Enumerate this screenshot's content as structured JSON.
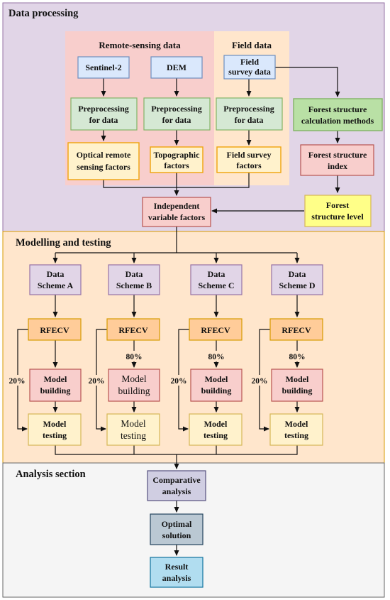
{
  "sections": {
    "data_processing": "Data processing",
    "modelling": "Modelling and testing",
    "analysis": "Analysis section"
  },
  "groups": {
    "remote": "Remote-sensing data",
    "field": "Field data"
  },
  "boxes": {
    "sentinel": "Sentinel-2",
    "dem": "DEM",
    "field_survey": [
      "Field",
      "survey data"
    ],
    "pre1": [
      "Preprocessing",
      "for data"
    ],
    "pre2": [
      "Preprocessing",
      "for data"
    ],
    "pre3": [
      "Preprocessing",
      "for data"
    ],
    "optical": [
      "Optical remote",
      "sensing factors"
    ],
    "topo": [
      "Topographic",
      "factors"
    ],
    "fsf": [
      "Field survey",
      "factors"
    ],
    "fscm": [
      "Forest structure",
      "calculation methods"
    ],
    "fsi": [
      "Forest structure",
      "index"
    ],
    "fsl": [
      "Forest",
      "structure level"
    ],
    "ivf": [
      "Independent",
      "variable factors"
    ],
    "comp": [
      "Comparative",
      "analysis"
    ],
    "opt": [
      "Optimal",
      "solution"
    ],
    "result": [
      "Result",
      "analysis"
    ]
  },
  "schemes": [
    {
      "scheme": [
        "Data",
        "Scheme A"
      ],
      "rfecv": "RFECV",
      "build": [
        "Model",
        "building"
      ],
      "test": [
        "Model",
        "testing"
      ],
      "train_pct": "",
      "test_pct": "20%"
    },
    {
      "scheme": [
        "Data",
        "Scheme B"
      ],
      "rfecv": "RFECV",
      "build": [
        "Model",
        "building"
      ],
      "test": [
        "Model",
        "testing"
      ],
      "train_pct": "80%",
      "test_pct": "20%"
    },
    {
      "scheme": [
        "Data",
        "Scheme C"
      ],
      "rfecv": "RFECV",
      "build": [
        "Model",
        "building"
      ],
      "test": [
        "Model",
        "testing"
      ],
      "train_pct": "80%",
      "test_pct": "20%"
    },
    {
      "scheme": [
        "Data",
        "Scheme D"
      ],
      "rfecv": "RFECV",
      "build": [
        "Model",
        "building"
      ],
      "test": [
        "Model",
        "testing"
      ],
      "train_pct": "80%",
      "test_pct": "20%"
    }
  ],
  "colors": {
    "data_processing_bg": "#e1d5e7",
    "modelling_bg": "#ffe6cc",
    "analysis_bg": "#f5f5f5",
    "remote_bg": "#f8cecc",
    "field_bg": "#ffe6cc",
    "blue": "#dae8fc",
    "green": "#d5e8d4",
    "orange_light": "#fff2cc",
    "pink": "#f8cecc",
    "yellow": "#ffff88",
    "purple": "#e1d5e7"
  }
}
